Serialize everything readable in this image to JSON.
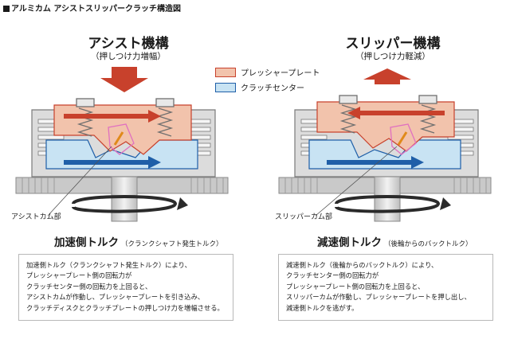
{
  "page_title": "アルミカム アシストスリッパークラッチ構造図",
  "left": {
    "title": "アシスト機構",
    "subtitle": "（押しつけ力増幅）",
    "cam_label": "アシストカム部",
    "torque_label": "加速側トルク",
    "torque_note": "（クランクシャフト発生トルク）",
    "description": [
      "加速側トルク（クランクシャフト発生トルク）により、",
      "プレッシャープレート側の回転力が",
      "クラッチセンター側の回転力を上回ると、",
      "アシストカムが作動し、プレッシャープレートを引き込み、",
      "クラッチディスクとクラッチプレートの押しつけ力を増幅させる。"
    ]
  },
  "right": {
    "title": "スリッパー機構",
    "subtitle": "（押しつけ力軽減）",
    "cam_label": "スリッパーカム部",
    "torque_label": "減速側トルク",
    "torque_note": "（後輪からのバックトルク）",
    "description": [
      "減速側トルク（後輪からのバックトルク）により、",
      "クラッチセンター側の回転力が",
      "プレッシャープレート側の回転力を上回ると、",
      "スリッパーカムが作動し、プレッシャープレートを押し出し、",
      "減速側トルクを逃がす。"
    ]
  },
  "legend": [
    {
      "label": "プレッシャープレート",
      "color": "#f2c3ac"
    },
    {
      "label": "クラッチセンター",
      "color": "#c8e3f3"
    }
  ],
  "colors": {
    "pressure_plate": "#f2c3ac",
    "clutch_center": "#c8e3f3",
    "housing": "#c9c9c9",
    "red_arrow": "#c8412c",
    "blue_arrow": "#1f5fa8",
    "cam_outline": "#e070c0",
    "spring": "#dadada"
  }
}
